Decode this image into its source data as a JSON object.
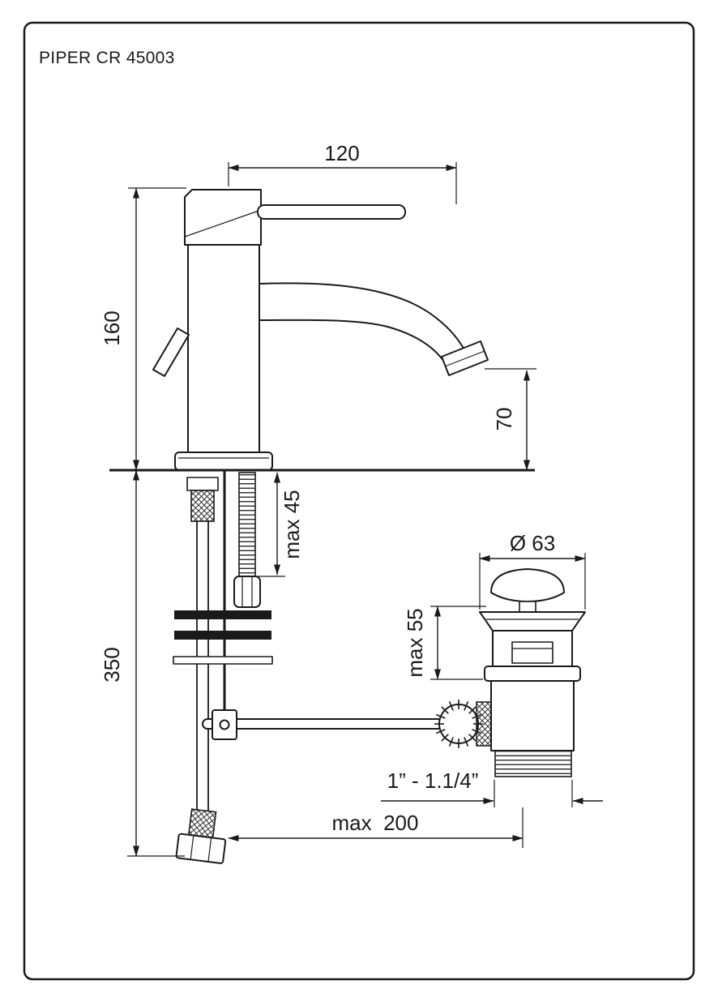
{
  "title": "PIPER CR 45003",
  "dimensions": {
    "spout_reach": "120",
    "body_height": "160",
    "spout_height": "70",
    "deck_max": "max 45",
    "hose_length": "350",
    "drain_diameter": "Ø 63",
    "drain_clamp_max": "max 55",
    "thread_size": "1” - 1.1/4”",
    "max_width": "max  200"
  },
  "colors": {
    "line": "#1a1a1a",
    "background": "#ffffff"
  }
}
